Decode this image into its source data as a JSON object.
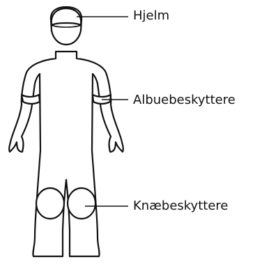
{
  "labels": {
    "helmet": "Hjelm",
    "elbow_guards": "Albuebeskyttere",
    "knee_guards": "Knæbeskyttere"
  }
}
